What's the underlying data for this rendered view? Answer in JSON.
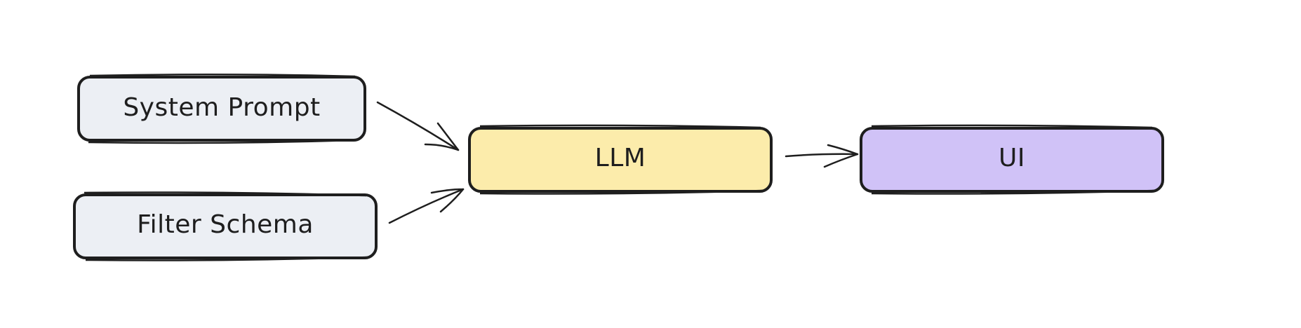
{
  "nodes": {
    "system_prompt": {
      "label": "System Prompt",
      "fill": "#eceff4"
    },
    "filter_schema": {
      "label": "Filter Schema",
      "fill": "#eceff4"
    },
    "llm": {
      "label": "LLM",
      "fill": "#fcecab"
    },
    "ui": {
      "label": "UI",
      "fill": "#d0c2f7"
    }
  },
  "edges": [
    {
      "from": "System Prompt",
      "to": "LLM"
    },
    {
      "from": "Filter Schema",
      "to": "LLM"
    },
    {
      "from": "LLM",
      "to": "UI"
    }
  ],
  "stroke_color": "#1e1e1e"
}
